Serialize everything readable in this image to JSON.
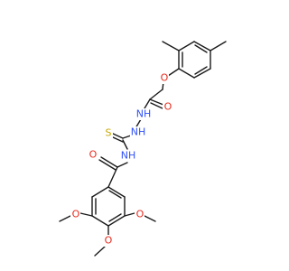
{
  "molecule": {
    "atom_labels": {
      "O_ether": "O",
      "O_hydrazide": "O",
      "NH_hydrazide_1": "NH",
      "NH_hydrazide_2": "NH",
      "S_thio": "S",
      "NH_amide": "NH",
      "O_amide": "O",
      "O_methoxy_left": "O",
      "O_methoxy_mid": "O",
      "O_methoxy_right": "O"
    },
    "colors": {
      "oxygen": "#e8291c",
      "nitrogen": "#3050f8",
      "sulfur": "#c8a800",
      "carbon": "#1a1a1a"
    }
  }
}
